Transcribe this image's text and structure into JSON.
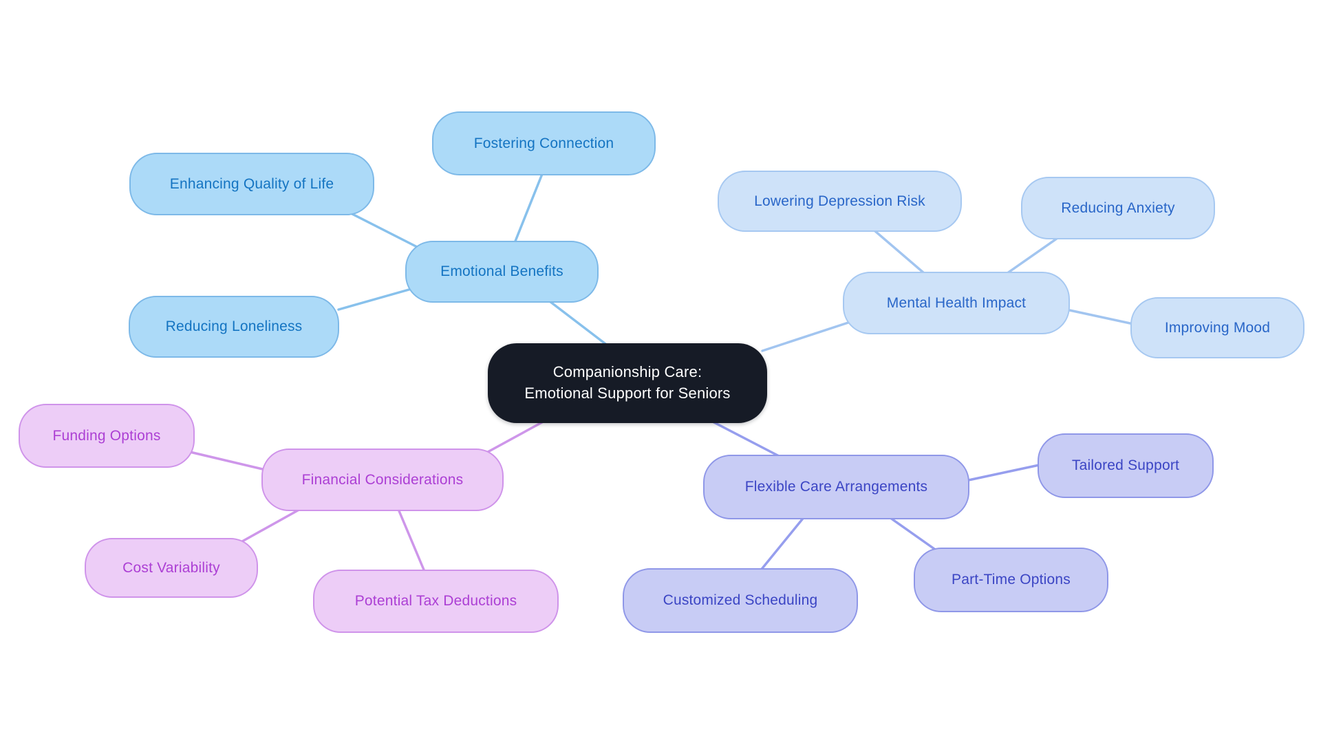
{
  "diagram": {
    "type": "mindmap",
    "background_color": "#FFFFFF",
    "center": {
      "label_line1": "Companionship Care:",
      "label_line2": "Emotional Support for Seniors",
      "bg_color": "#161B26",
      "text_color": "#FFFFFF"
    },
    "branches": [
      {
        "label": "Emotional Benefits",
        "fill_color": "#ACDAF8",
        "border_color": "#7DB9E8",
        "text_color": "#1474C2",
        "line_color": "#88C1EC",
        "children": [
          {
            "label": "Fostering Connection"
          },
          {
            "label": "Enhancing Quality of Life"
          },
          {
            "label": "Reducing Loneliness"
          }
        ]
      },
      {
        "label": "Mental Health Impact",
        "fill_color": "#CEE2F9",
        "border_color": "#A6C8F1",
        "text_color": "#2966C8",
        "line_color": "#A2C5F0",
        "children": [
          {
            "label": "Lowering Depression Risk"
          },
          {
            "label": "Reducing Anxiety"
          },
          {
            "label": "Improving Mood"
          }
        ]
      },
      {
        "label": "Financial Considerations",
        "fill_color": "#EDCDF7",
        "border_color": "#CF93EA",
        "text_color": "#AC3FD4",
        "line_color": "#CE96EA",
        "children": [
          {
            "label": "Funding Options"
          },
          {
            "label": "Cost Variability"
          },
          {
            "label": "Potential Tax Deductions"
          }
        ]
      },
      {
        "label": "Flexible Care Arrangements",
        "fill_color": "#C8CCF5",
        "border_color": "#8F97E8",
        "text_color": "#3B45C4",
        "line_color": "#969EEE",
        "children": [
          {
            "label": "Tailored Support"
          },
          {
            "label": "Customized Scheduling"
          },
          {
            "label": "Part-Time Options"
          }
        ]
      }
    ]
  }
}
